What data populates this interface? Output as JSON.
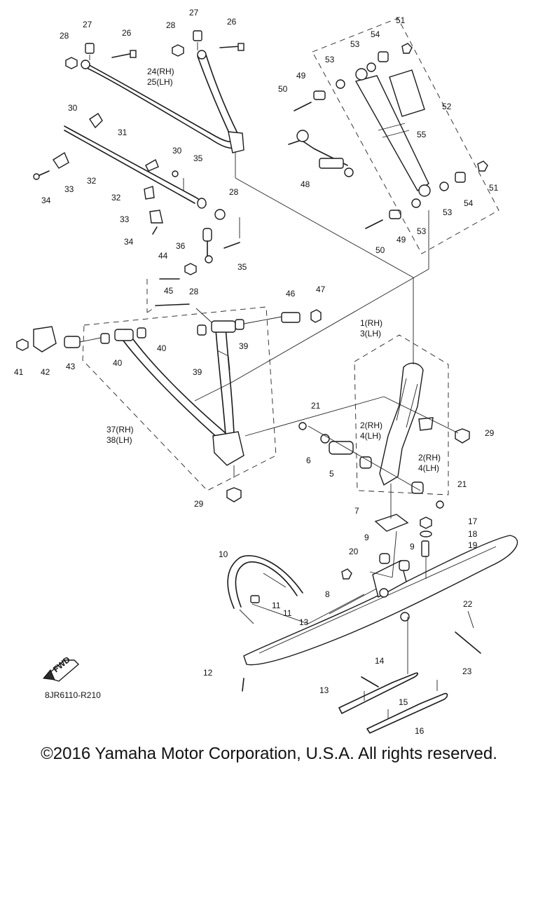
{
  "diagram_code": "8JR6110-R210",
  "fwd_label": "FWD",
  "copyright": "©2016 Yamaha Motor Corporation, U.S.A. All rights reserved.",
  "callouts": {
    "c26a": "26",
    "c26b": "26",
    "c27a": "27",
    "c27b": "27",
    "c28a": "28",
    "c28b": "28",
    "c28c": "28",
    "c28d": "28",
    "c24": "24(RH)",
    "c25": "25(LH)",
    "c30a": "30",
    "c30b": "30",
    "c31": "31",
    "c32a": "32",
    "c32b": "32",
    "c33a": "33",
    "c33b": "33",
    "c34a": "34",
    "c34b": "34",
    "c35a": "35",
    "c35b": "35",
    "c36": "36",
    "c44": "44",
    "c45": "45",
    "c46": "46",
    "c47": "47",
    "c39a": "39",
    "c39b": "39",
    "c40a": "40",
    "c40b": "40",
    "c41": "41",
    "c42": "42",
    "c43": "43",
    "c37": "37(RH)",
    "c38": "38(LH)",
    "c29a": "29",
    "c29b": "29",
    "c48": "48",
    "c49a": "49",
    "c49b": "49",
    "c50a": "50",
    "c50b": "50",
    "c51a": "51",
    "c51b": "51",
    "c52": "52",
    "c53a": "53",
    "c53b": "53",
    "c53c": "53",
    "c53d": "53",
    "c54a": "54",
    "c54b": "54",
    "c55": "55",
    "c1": "1(RH)",
    "c3": "3(LH)",
    "c2a": "2(RH)",
    "c4a": "4(LH)",
    "c2b": "2(RH)",
    "c4b": "4(LH)",
    "c21a": "21",
    "c21b": "21",
    "c5": "5",
    "c6": "6",
    "c7": "7",
    "c8": "8",
    "c9a": "9",
    "c9b": "9",
    "c10": "10",
    "c11a": "11",
    "c11b": "11",
    "c12": "12",
    "c13a": "13",
    "c13b": "13",
    "c14": "14",
    "c15": "15",
    "c16": "16",
    "c17": "17",
    "c18": "18",
    "c19": "19",
    "c20": "20",
    "c22": "22",
    "c23": "23"
  }
}
